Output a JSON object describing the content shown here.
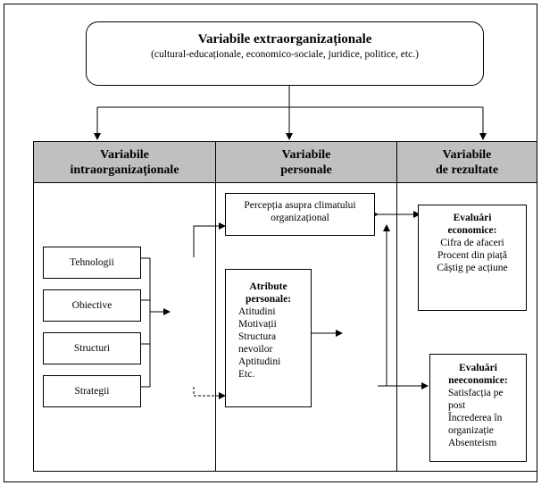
{
  "top": {
    "title": "Variabile extraorganizaționale",
    "subtitle": "(cultural-educaționale, economico-sociale, juridice, politice, etc.)"
  },
  "columns": {
    "intra": {
      "line1": "Variabile",
      "line2": "intraorganizaționale"
    },
    "personal": {
      "line1": "Variabile",
      "line2": "personale"
    },
    "results": {
      "line1": "Variabile",
      "line2": "de rezultate"
    }
  },
  "intra_boxes": [
    "Tehnologii",
    "Obiective",
    "Structuri",
    "Strategii"
  ],
  "perception": {
    "line1": "Percepția asupra climatului",
    "line2": "organizațional"
  },
  "attributes": {
    "title_line1": "Atribute",
    "title_line2": "personale:",
    "items": [
      "Atitudini",
      "Motivații",
      "Structura",
      "nevoilor",
      "Aptitudini",
      "Etc."
    ]
  },
  "economic": {
    "title_line1": "Evaluări",
    "title_line2": "economice:",
    "items": [
      "Cifra de afaceri",
      "Procent din piață",
      "Câștig pe acțiune"
    ]
  },
  "noneconomic": {
    "title_line1": "Evaluări",
    "title_line2": "neeconomice:",
    "items": [
      "Satisfacția pe",
      "post",
      "Încrederea în",
      "organizație",
      "Absenteism"
    ]
  }
}
